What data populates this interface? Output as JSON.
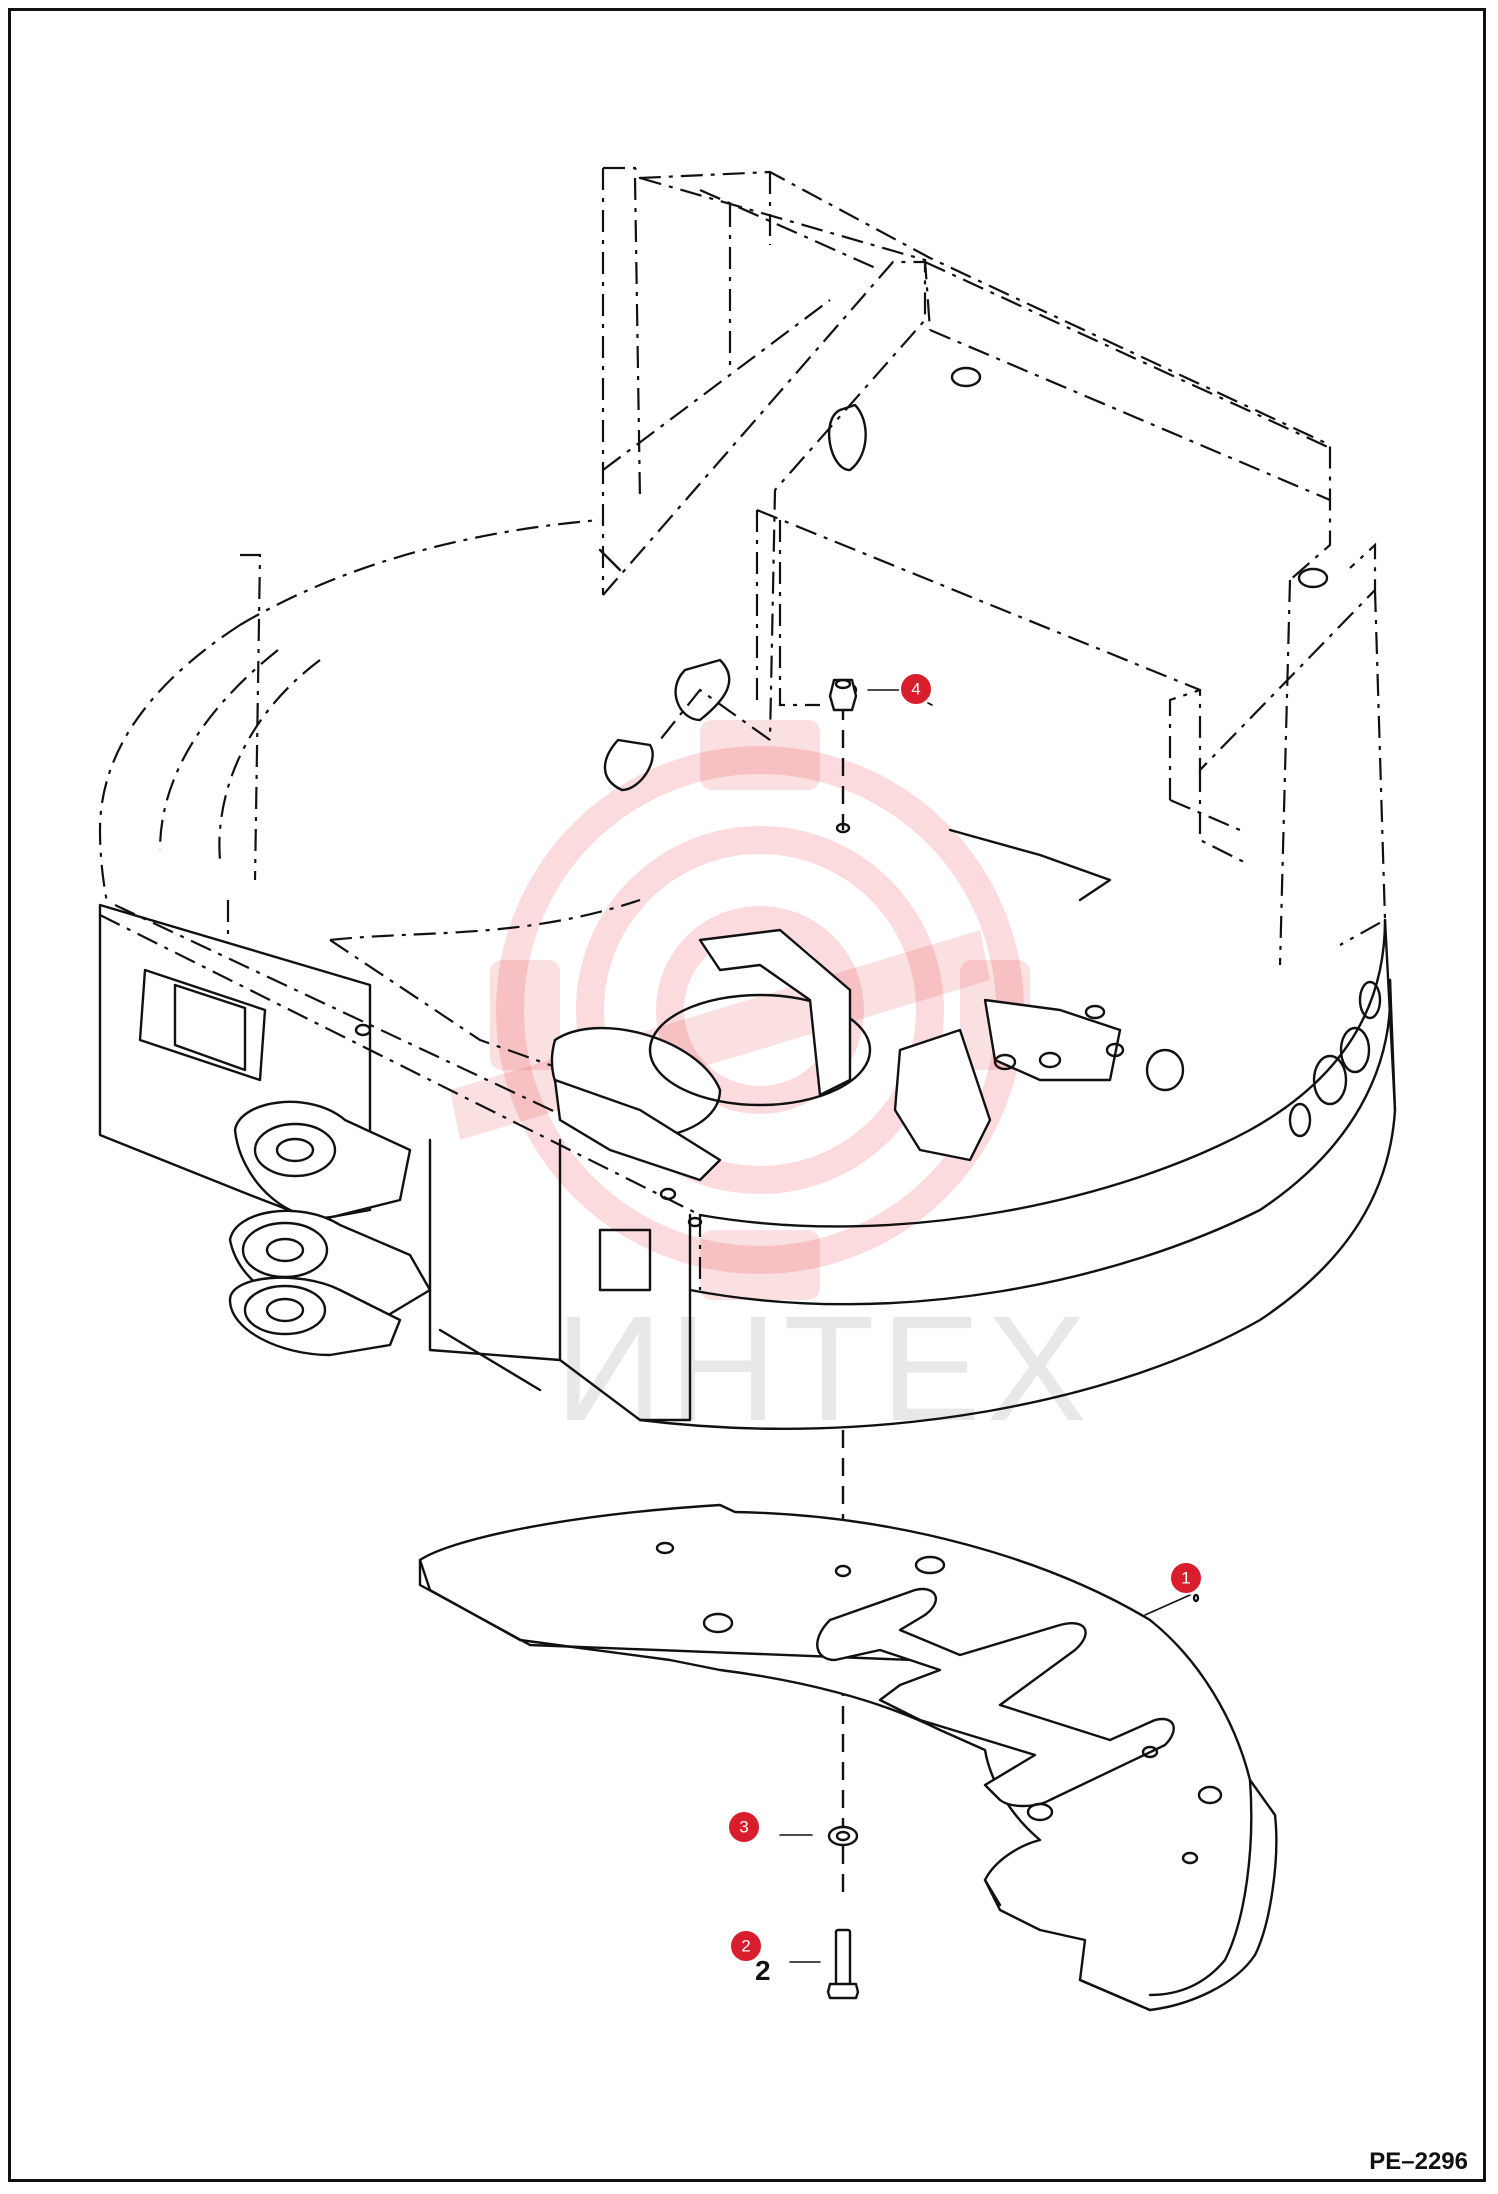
{
  "drawing_number": "PE–2296",
  "watermark": {
    "text": "ИНТЕХ",
    "color": "#e5212e"
  },
  "callouts": [
    {
      "id": "callout-1",
      "number": "1"
    },
    {
      "id": "callout-2",
      "number": "2"
    },
    {
      "id": "callout-3",
      "number": "3"
    },
    {
      "id": "callout-4",
      "number": "4"
    }
  ],
  "leader_labels": {
    "item2": "2"
  },
  "colors": {
    "line": "#111111",
    "badge": "#d81e2c",
    "background": "#ffffff"
  }
}
